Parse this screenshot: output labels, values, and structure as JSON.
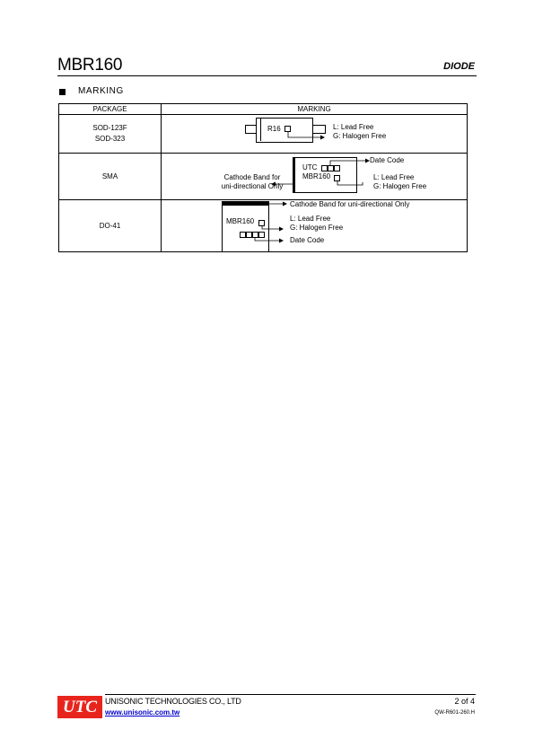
{
  "header": {
    "part_number": "MBR160",
    "category": "DIODE"
  },
  "section": {
    "title": "MARKING"
  },
  "table": {
    "headers": {
      "package": "PACKAGE",
      "marking": "MARKING"
    },
    "rows": [
      {
        "package_lines": [
          "SOD-123F",
          "SOD-323"
        ],
        "mark_code": "R16",
        "notes": [
          "L: Lead Free",
          "G: Halogen Free"
        ]
      },
      {
        "package_lines": [
          "SMA"
        ],
        "mark_line1": "UTC",
        "mark_line2": "MBR160",
        "date_code": "Date Code",
        "band_note": [
          "Cathode Band for",
          "uni-directional Only"
        ],
        "notes": [
          "L: Lead Free",
          "G: Halogen Free"
        ]
      },
      {
        "package_lines": [
          "DO-41"
        ],
        "band_note": "Cathode Band for uni-directional Only",
        "mark_line1": "MBR160",
        "notes": [
          "L: Lead Free",
          "G: Halogen Free"
        ],
        "date_code": "Date Code"
      }
    ]
  },
  "footer": {
    "logo": "UTC",
    "company": "UNISONIC TECHNOLOGIES CO., LTD",
    "website": "www.unisonic.com.tw",
    "page": "2 of 4",
    "doc_number": "QW-R601-260.H"
  },
  "colors": {
    "logo_red": "#e8251d",
    "link_blue": "#0000cc"
  }
}
